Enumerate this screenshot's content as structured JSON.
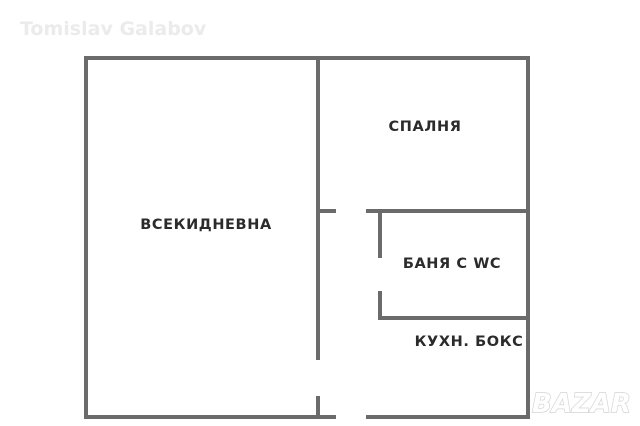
{
  "watermark": {
    "author": "Tomislav Galabov"
  },
  "rooms": {
    "living_room": "ВСЕКИДНЕВНА",
    "bedroom": "СПАЛНЯ",
    "bathroom": "БАНЯ С WC",
    "kitchen": "КУХН. БОКС"
  },
  "logo": {
    "name": "BAZAR"
  },
  "colors": {
    "wall": "#6b6b6b",
    "label": "#2b2b2b",
    "watermark": "#ecebeb"
  }
}
